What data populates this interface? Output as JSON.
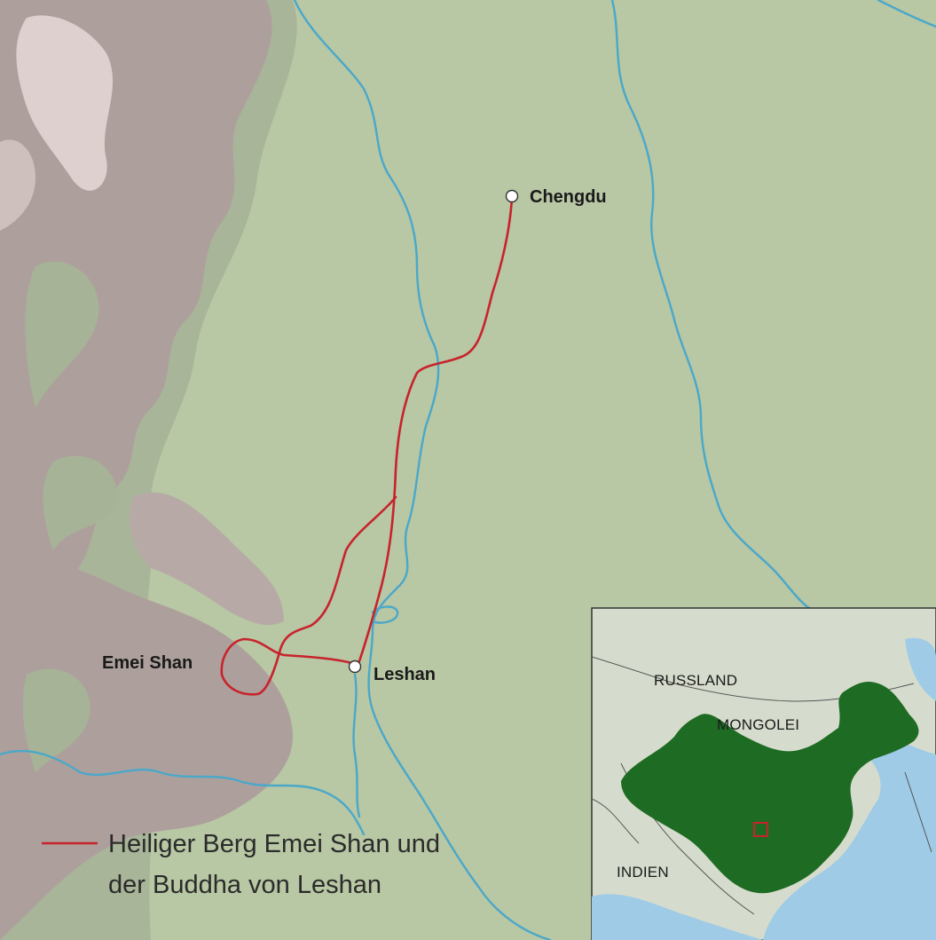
{
  "map": {
    "cities": {
      "chengdu": "Chengdu",
      "leshan": "Leshan",
      "emei_shan": "Emei Shan"
    },
    "legend": {
      "line1": "Heiliger Berg Emei Shan und",
      "line2": "der Buddha von Leshan",
      "route_color": "#c8232c"
    },
    "inset": {
      "russland": "RUSSLAND",
      "mongolei": "MONGOLEI",
      "indien": "INDIEN",
      "china_color": "#1e6b23",
      "marker_color": "#c8232c"
    },
    "colors": {
      "lowland": "#b8c7a4",
      "highland": "#9fae8f",
      "mountain": "#b0a39f",
      "peak": "#dccfcd",
      "river": "#4aa8c9",
      "route": "#c8232c",
      "sea": "#9fcbe6"
    }
  }
}
